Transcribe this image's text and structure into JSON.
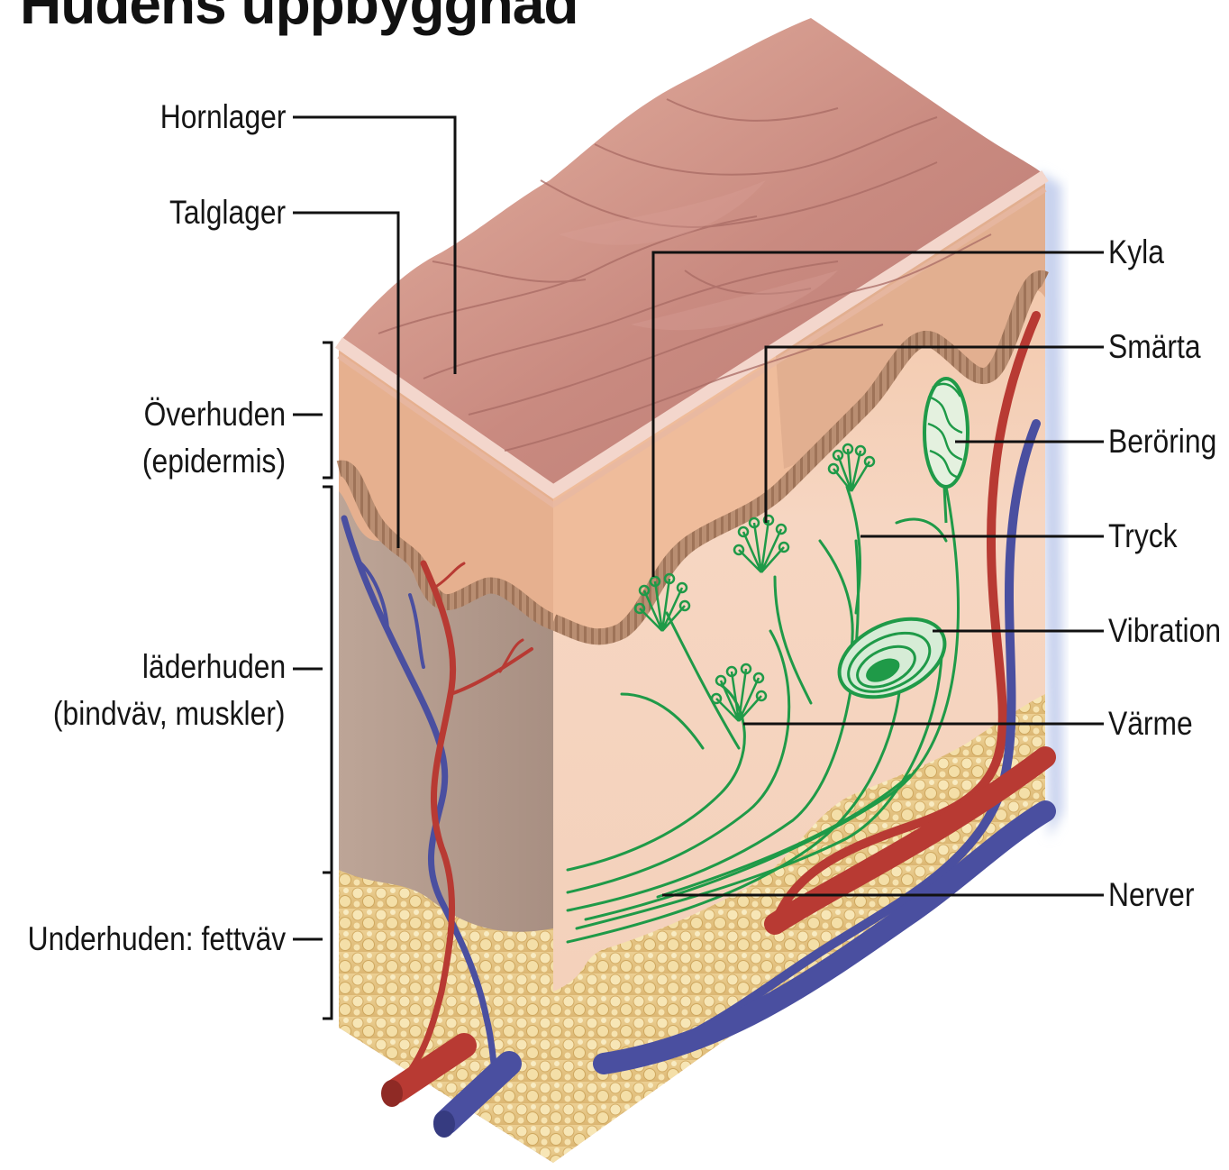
{
  "title": "Hudens uppbyggnad",
  "labels": {
    "hornlager": "Hornlager",
    "talglager": "Talglager",
    "overhuden_line1": "Överhuden",
    "overhuden_line2": "(epidermis)",
    "laderhuden_line1": "läderhuden",
    "laderhuden_line2": "(bindväv, muskler)",
    "underhuden": "Underhuden: fettväv",
    "kyla": "Kyla",
    "smarta": "Smärta",
    "beroring": "Beröring",
    "tryck": "Tryck",
    "vibration": "Vibration",
    "varme": "Värme",
    "nerver": "Nerver"
  },
  "colors": {
    "skin_top": "#c98a80",
    "epidermis": "#e9b394",
    "dermis_left": "#b79f92",
    "dermis_front": "#f5d3bf",
    "fat": "#e8c987",
    "artery": "#b83a33",
    "vein": "#4a4fa0",
    "nerve": "#1f9a48",
    "leader_line": "#111111"
  }
}
